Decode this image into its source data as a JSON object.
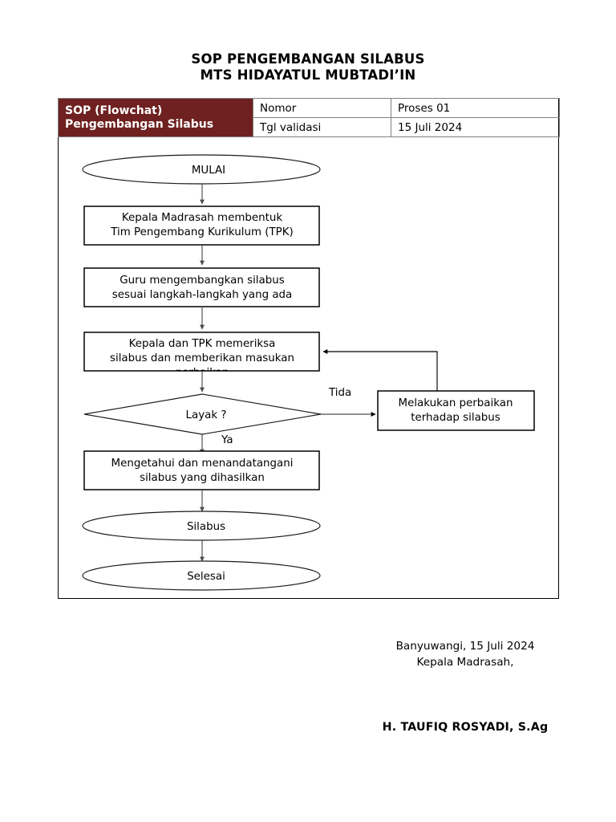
{
  "title": {
    "line1": "SOP PENGEMBANGAN SILABUS",
    "line2": "MTS HIDAYATUL MUBTADI’IN"
  },
  "header_table": {
    "sop_label": {
      "line1": "SOP (Flowchat)",
      "line2": "Pengembangan Silabus"
    },
    "rows": [
      {
        "key": "Nomor",
        "value": "Proses 01"
      },
      {
        "key": "Tgl validasi",
        "value": "15 Juli 2024"
      }
    ]
  },
  "flowchart": {
    "nodes": {
      "start": {
        "shape": "ellipse",
        "label": "MULAI"
      },
      "process1": {
        "shape": "rectangle",
        "line1": "Kepala Madrasah membentuk",
        "line2": "Tim Pengembang Kurikulum (TPK)"
      },
      "process2": {
        "shape": "rectangle",
        "line1": "Guru mengembangkan silabus",
        "line2": "sesuai langkah-langkah yang ada"
      },
      "process3": {
        "shape": "rectangle",
        "line1": "Kepala  dan TPK memeriksa",
        "line2": "silabus dan memberikan masukan",
        "line3": "perbaikan"
      },
      "decision": {
        "shape": "diamond",
        "label": "Layak ?"
      },
      "rework": {
        "shape": "rectangle",
        "line1": "Melakukan perbaikan",
        "line2": "terhadap silabus"
      },
      "process4": {
        "shape": "rectangle",
        "line1": "Mengetahui dan menandatangani",
        "line2": "silabus yang dihasilkan"
      },
      "output": {
        "shape": "ellipse",
        "label": "Silabus"
      },
      "end": {
        "shape": "ellipse",
        "label": "Selesai"
      }
    },
    "edge_labels": {
      "no": "Tida",
      "yes": "Ya"
    }
  },
  "signature": {
    "place_date": "Banyuwangi, 15 Juli 2024",
    "role": "Kepala Madrasah,",
    "name": "H. TAUFIQ ROSYADI, S.Ag"
  },
  "colors": {
    "header_cell_bg": "#6e2120",
    "header_cell_text": "#ffffff",
    "shape_stroke": "#000000",
    "connector": "#4d4d4d",
    "page_bg": "#ffffff"
  }
}
